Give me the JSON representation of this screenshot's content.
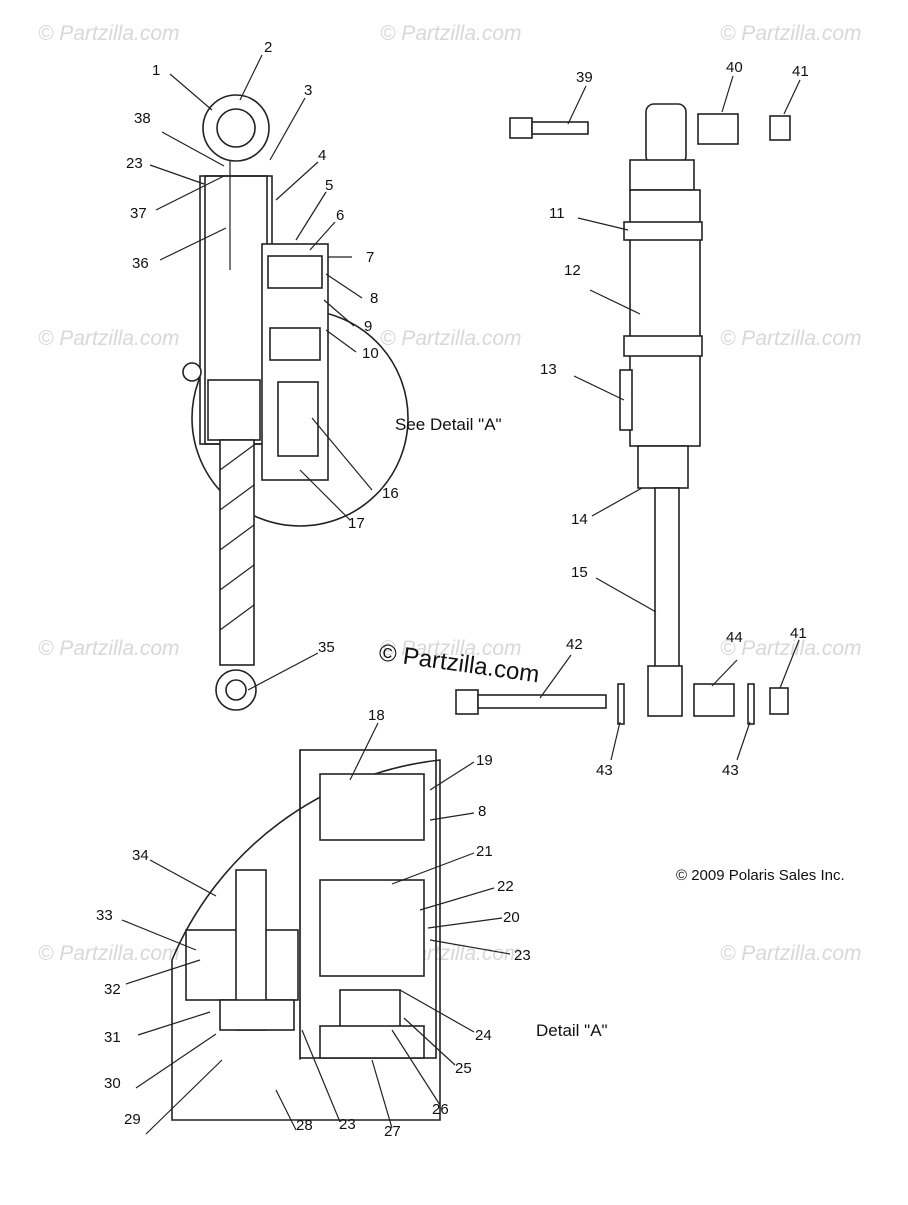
{
  "watermarks": [
    "© Partzilla.com",
    "© Partzilla.com",
    "© Partzilla.com",
    "© Partzilla.com",
    "© Partzilla.com",
    "© Partzilla.com",
    "© Partzilla.com",
    "© Partzilla.com",
    "© Partzilla.com",
    "© Partzilla.com",
    "© Partzilla.com",
    "© Partzilla.com"
  ],
  "center_watermark": "© Partzilla.com",
  "see_detail_label": "See Detail \"A\"",
  "detail_label": "Detail \"A\"",
  "copyright": "© 2009 Polaris Sales Inc.",
  "callouts": [
    "1",
    "2",
    "3",
    "4",
    "5",
    "6",
    "7",
    "8",
    "9",
    "10",
    "11",
    "12",
    "13",
    "14",
    "15",
    "16",
    "17",
    "35",
    "36",
    "37",
    "38",
    "23",
    "39",
    "40",
    "41",
    "42",
    "43",
    "43",
    "44",
    "41",
    "18",
    "19",
    "8",
    "21",
    "22",
    "20",
    "23",
    "24",
    "25",
    "26",
    "27",
    "28",
    "23",
    "29",
    "30",
    "31",
    "32",
    "33",
    "34"
  ]
}
